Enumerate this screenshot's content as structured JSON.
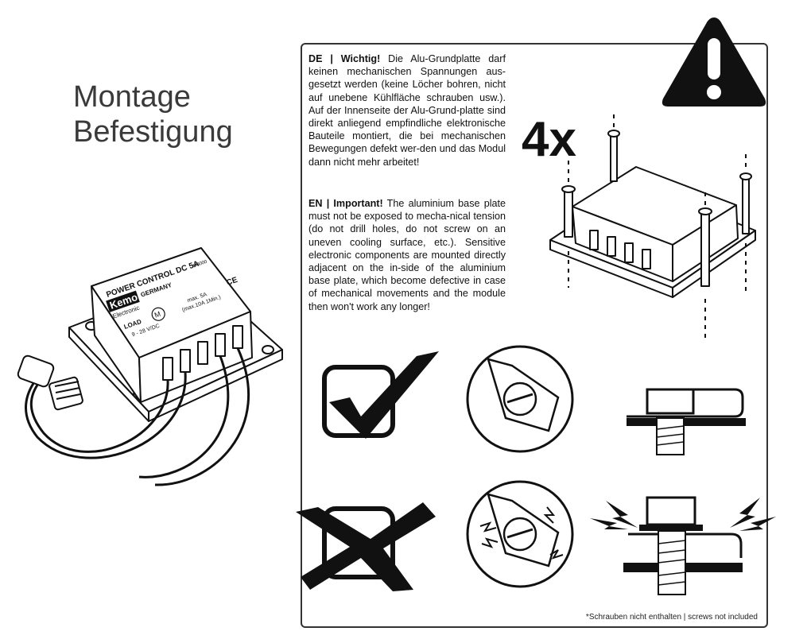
{
  "heading": {
    "line1": "Montage",
    "line2": "Befestigung"
  },
  "product": {
    "name": "POWER CONTROL DC 5A",
    "brand": "Kemo",
    "country": "GERMANY",
    "sub": "Electronic",
    "load": "LOAD",
    "voltage": "9 - 28 V/DC",
    "motor": "M",
    "max1": "max. 5A",
    "max2": "(max.10A 1Min.)",
    "code": "M0000",
    "ce": "CE"
  },
  "warning": {
    "de_prefix": "DE | Wichtig!",
    "de_text": " Die Alu-Grundplatte darf keinen mechanischen Spannungen aus-gesetzt werden (keine Löcher bohren, nicht auf unebene Kühlfläche schrauben usw.). Auf der Innenseite der Alu-Grund-platte sind direkt anliegend empfindliche elektronische Bauteile montiert, die bei mechanischen Bewegungen defekt wer-den und das Modul dann nicht mehr arbeitet!",
    "en_prefix": "EN | Important!",
    "en_text": " The aluminium base plate must not be exposed to mecha-nical tension (do not drill holes, do not screw on an uneven cooling surface, etc.). Sensitive electronic components are mounted directly adjacent on the in-side of the aluminium base plate, which become defective in case of mechanical movements and the module then won't work any longer!",
    "count": "4x",
    "footnote": "*Schrauben nicht enthalten | screws not included"
  }
}
